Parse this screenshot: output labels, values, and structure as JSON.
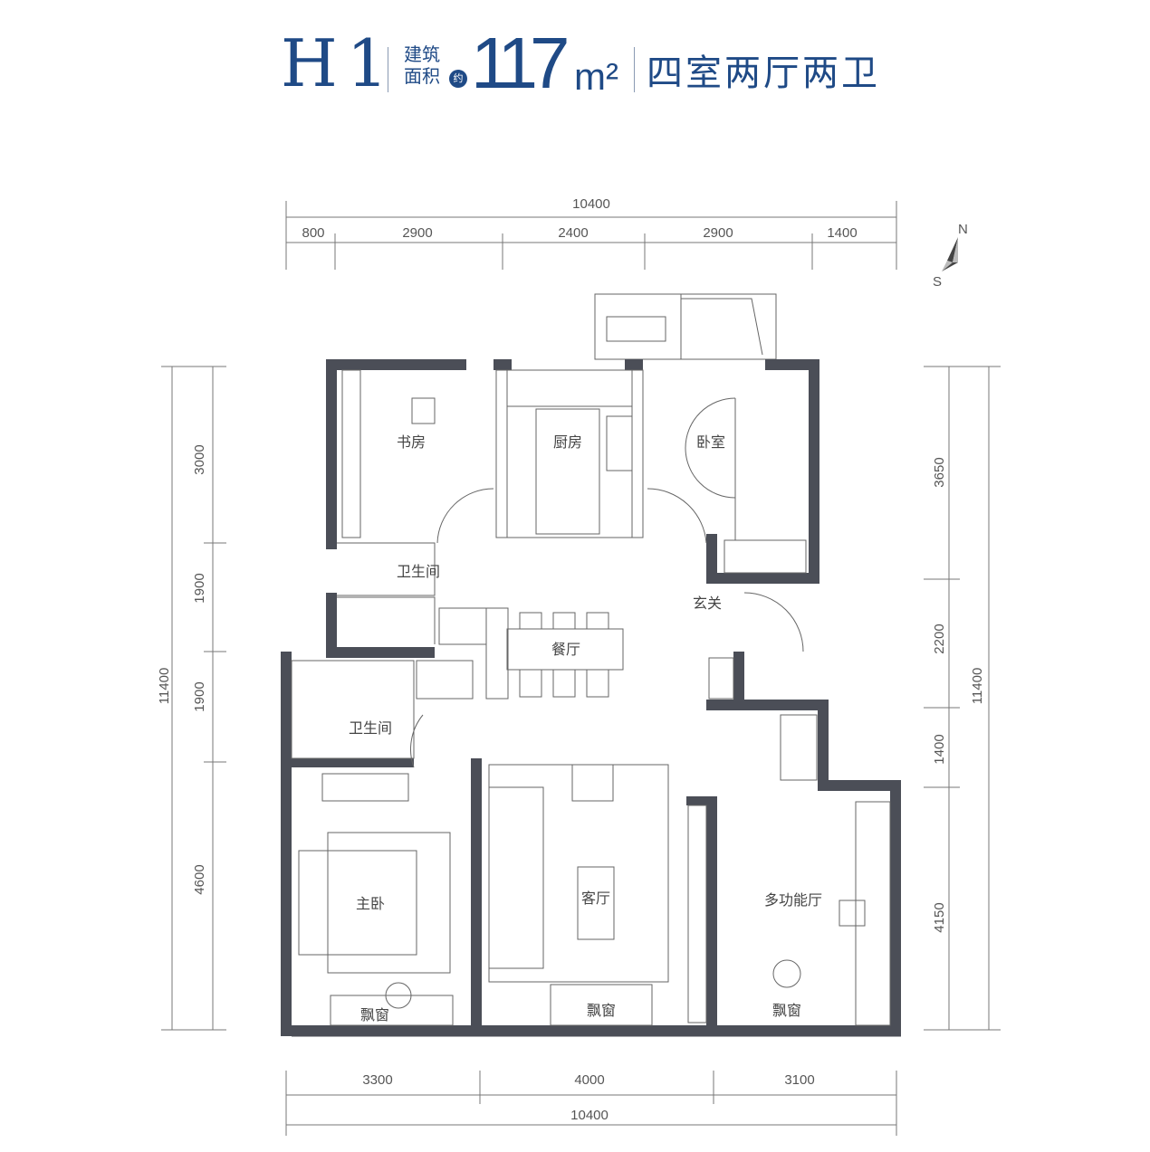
{
  "header": {
    "unit_code": "H1",
    "area_label_line1": "建筑",
    "area_label_line2": "面积",
    "approx": "约",
    "area_value": "117",
    "area_unit": "m²",
    "layout": "四室两厅两卫"
  },
  "compass": {
    "north": "N",
    "south": "S"
  },
  "dimensions": {
    "top_total": "10400",
    "top_segments": [
      "800",
      "2900",
      "2400",
      "2900",
      "1400"
    ],
    "bottom_segments": [
      "3300",
      "4000",
      "3100"
    ],
    "bottom_total": "10400",
    "left_segments": [
      "3000",
      "1900",
      "1900",
      "4600"
    ],
    "left_total": "11400",
    "right_segments": [
      "3650",
      "2200",
      "1400",
      "4150"
    ],
    "right_total": "11400"
  },
  "rooms": {
    "study": "书房",
    "kitchen": "厨房",
    "bedroom": "卧室",
    "bathroom1": "卫生间",
    "entrance": "玄关",
    "dining": "餐厅",
    "bathroom2": "卫生间",
    "master": "主卧",
    "living": "客厅",
    "multi": "多功能厅",
    "bay1": "飘窗",
    "bay2": "飘窗",
    "bay3": "飘窗"
  }
}
